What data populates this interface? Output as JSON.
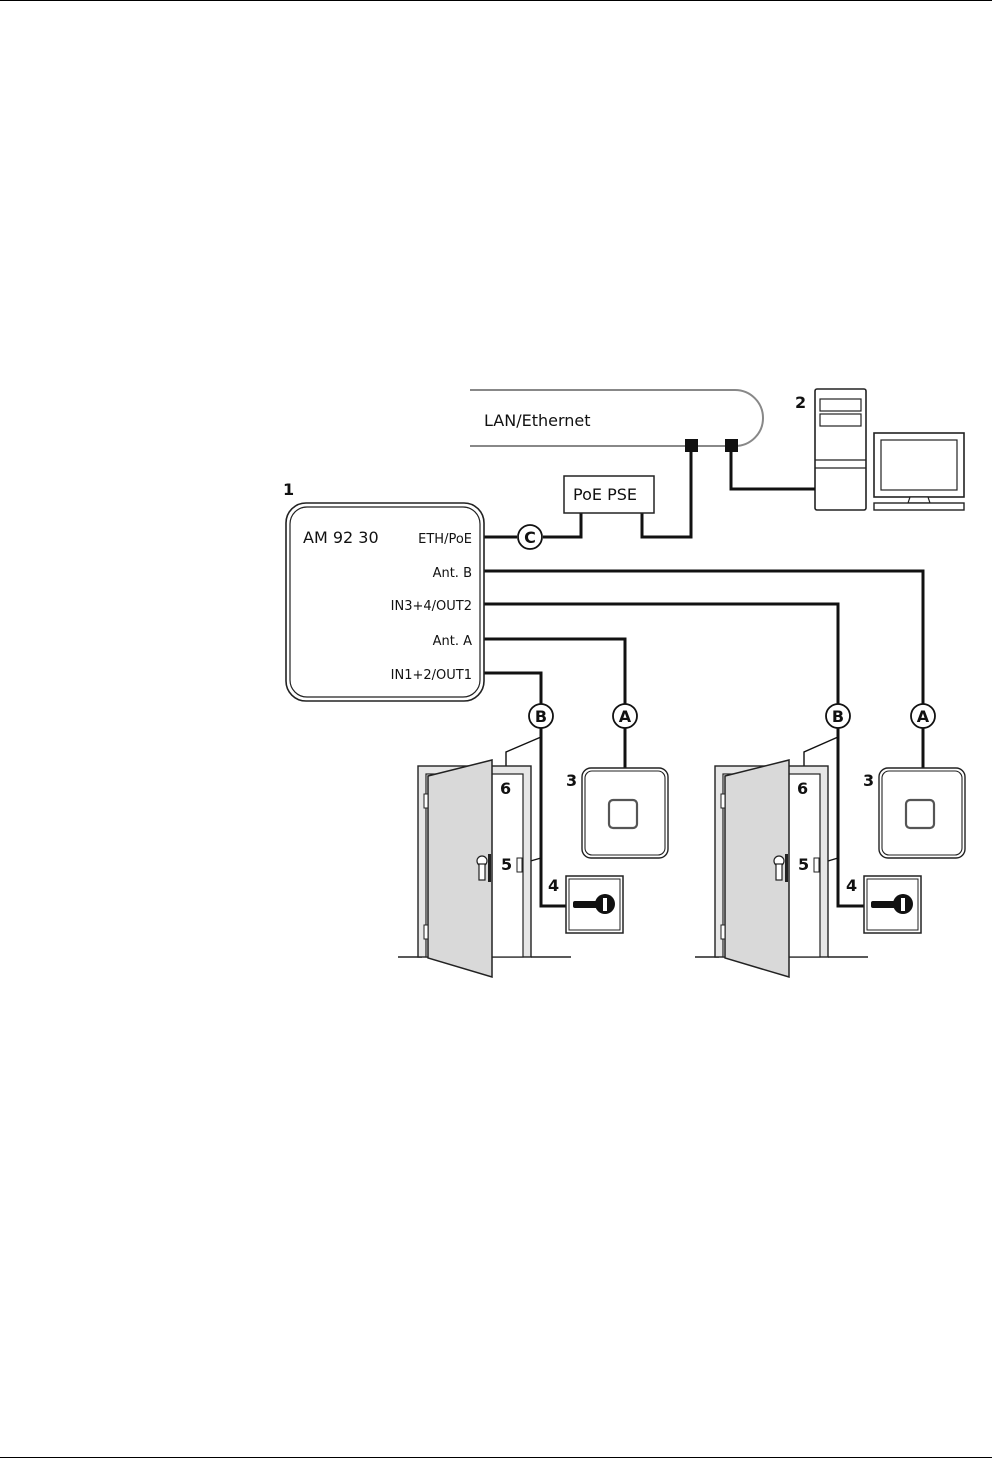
{
  "diagram": {
    "lan_label": "LAN/Ethernet",
    "poe_label": "PoE PSE",
    "controller": {
      "name": "AM 92 30",
      "ports": {
        "eth": "ETH/PoE",
        "ant_b": "Ant. B",
        "in34": "IN3+4/OUT2",
        "ant_a": "Ant. A",
        "in12": "IN1+2/OUT1"
      }
    },
    "callouts": {
      "c1": "1",
      "c2": "2",
      "c3_left": "3",
      "c3_right": "3",
      "c4_left": "4",
      "c4_right": "4",
      "c5_left": "5",
      "c5_right": "5",
      "c6_left": "6",
      "c6_right": "6"
    },
    "cables": {
      "c": "C",
      "b_left": "B",
      "a_left": "A",
      "b_right": "B",
      "a_right": "A"
    }
  }
}
